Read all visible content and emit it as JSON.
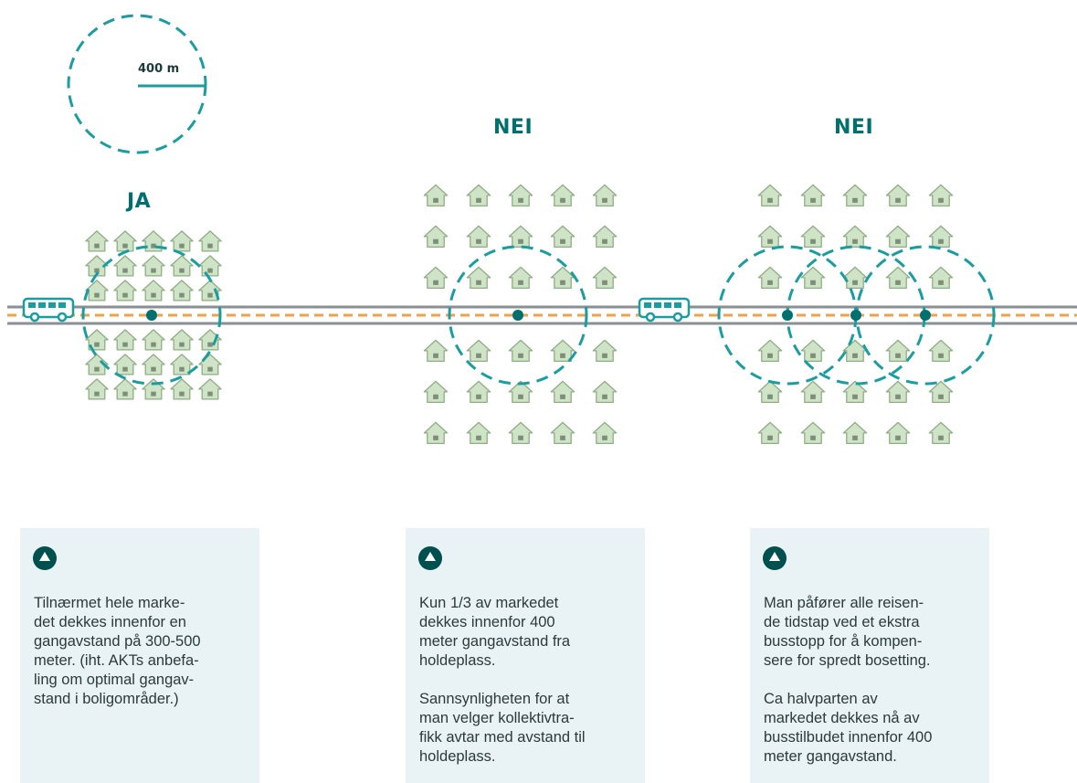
{
  "scale": {
    "label": "400 m"
  },
  "panels": [
    {
      "heading": "JA"
    },
    {
      "heading": "NEI"
    },
    {
      "heading": "NEI"
    }
  ],
  "cards": [
    {
      "text": "Tilnærmet hele marke-\ndet dekkes innenfor en\ngangavstand på 300-500\nmeter. (iht. AKTs anbefa-\nling om optimal gangav-\nstand i boligområder.)"
    },
    {
      "text": "Kun 1/3 av markedet\ndekkes innenfor 400\nmeter gangavstand fra\nholdeplass.\n\nSannsynligheten for at\nman velger kollektivtra-\nfikk avtar med avstand til\nholdeplass."
    },
    {
      "text": "Man påfører alle reisen-\nde tidstap ved et ekstra\nbusstopp for å kompen-\nsere for spredt bosetting.\n\nCa halvparten av\nmarkedet dekkes nå av\nbusstilbudet innenfor 400\nmeter gangavstand."
    }
  ],
  "colors": {
    "accent": "#00706f",
    "circle": "#1a9da1",
    "road": "#8a8f93",
    "centerline": "#f0a24a",
    "house_fill": "#cfe3c6",
    "house_stroke": "#8fae85",
    "card_bg": "#e9f2f4"
  },
  "icons": {
    "house": "house-icon",
    "bus": "bus-icon",
    "stop": "bus-stop-icon",
    "card": "info-triangle-icon"
  }
}
